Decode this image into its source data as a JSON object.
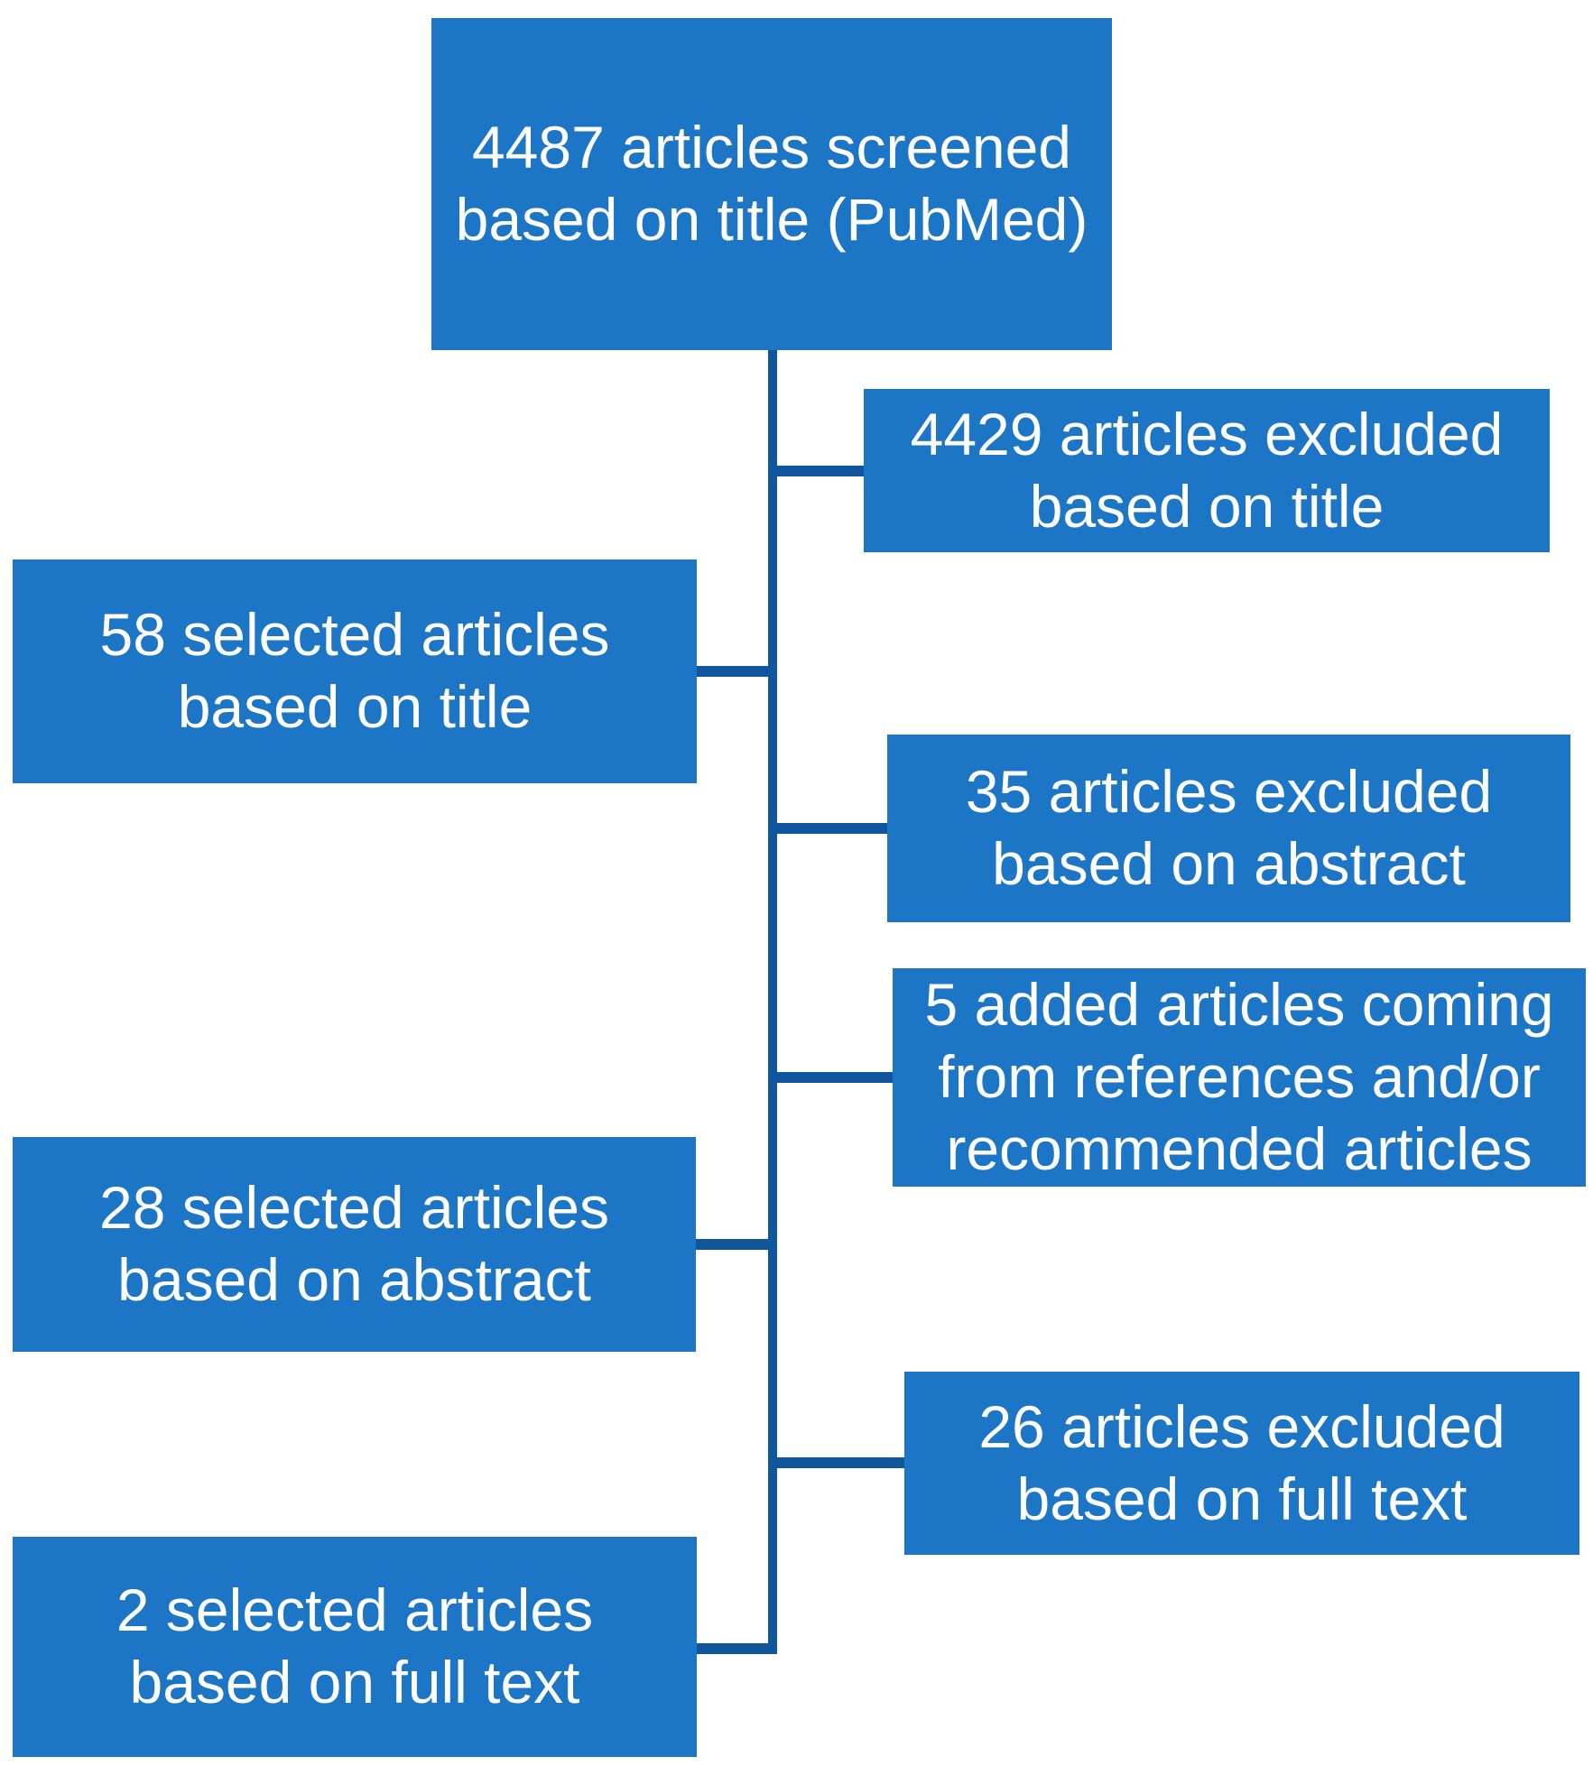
{
  "colors": {
    "box_fill": "#1c76c5",
    "connector": "#10569c",
    "text": "#ffffff",
    "background": "#ffffff"
  },
  "boxes": {
    "screened_title": {
      "text": "4487 articles screened\nbased on title (PubMed)"
    },
    "excluded_title": {
      "text": "4429 articles excluded\nbased on title"
    },
    "selected_title": {
      "text": "58 selected articles\nbased on title"
    },
    "excluded_abstract": {
      "text": "35 articles excluded\nbased on abstract"
    },
    "added_references": {
      "text": "5 added articles coming\nfrom references and/or\nrecommended articles"
    },
    "selected_abstract": {
      "text": "28 selected articles\nbased on abstract"
    },
    "excluded_fulltext": {
      "text": "26 articles excluded\nbased on full text"
    },
    "selected_fulltext": {
      "text": "2 selected articles\nbased on full text"
    }
  }
}
